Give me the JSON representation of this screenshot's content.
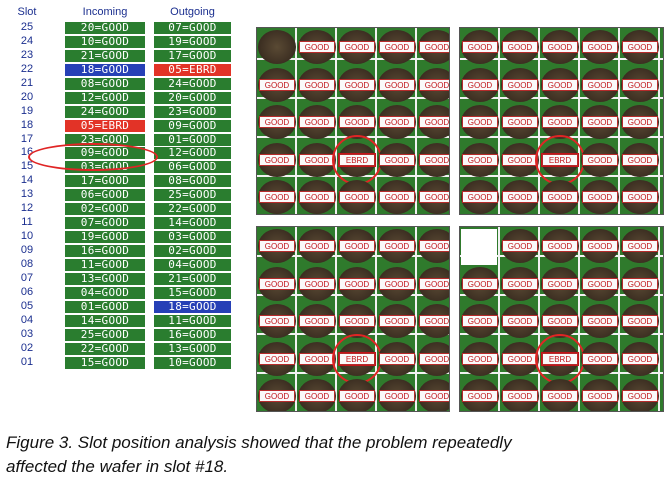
{
  "table": {
    "headers": {
      "slot": "Slot",
      "incoming": "Incoming",
      "outgoing": "Outgoing"
    },
    "rows": [
      {
        "slot": "25",
        "incoming": "20=GOOD",
        "outgoing": "07=GOOD"
      },
      {
        "slot": "24",
        "incoming": "10=GOOD",
        "outgoing": "19=GOOD"
      },
      {
        "slot": "23",
        "incoming": "21=GOOD",
        "outgoing": "17=GOOD"
      },
      {
        "slot": "22",
        "incoming": "18=GOOD",
        "outgoing": "05=EBRD",
        "incoming_style": "alt",
        "outgoing_style": "ebrd"
      },
      {
        "slot": "21",
        "incoming": "08=GOOD",
        "outgoing": "24=GOOD"
      },
      {
        "slot": "20",
        "incoming": "12=GOOD",
        "outgoing": "20=GOOD"
      },
      {
        "slot": "19",
        "incoming": "24=GOOD",
        "outgoing": "23=GOOD"
      },
      {
        "slot": "18",
        "incoming": "05=EBRD",
        "outgoing": "09=GOOD",
        "incoming_style": "ebrd"
      },
      {
        "slot": "17",
        "incoming": "23=GOOD",
        "outgoing": "01=GOOD"
      },
      {
        "slot": "16",
        "incoming": "09=GOOD",
        "outgoing": "12=GOOD"
      },
      {
        "slot": "15",
        "incoming": "03=GOOD",
        "outgoing": "06=GOOD"
      },
      {
        "slot": "14",
        "incoming": "17=GOOD",
        "outgoing": "08=GOOD"
      },
      {
        "slot": "13",
        "incoming": "06=GOOD",
        "outgoing": "25=GOOD"
      },
      {
        "slot": "12",
        "incoming": "02=GOOD",
        "outgoing": "22=GOOD"
      },
      {
        "slot": "11",
        "incoming": "07=GOOD",
        "outgoing": "14=GOOD"
      },
      {
        "slot": "10",
        "incoming": "19=GOOD",
        "outgoing": "03=GOOD"
      },
      {
        "slot": "09",
        "incoming": "16=GOOD",
        "outgoing": "02=GOOD"
      },
      {
        "slot": "08",
        "incoming": "11=GOOD",
        "outgoing": "04=GOOD"
      },
      {
        "slot": "07",
        "incoming": "13=GOOD",
        "outgoing": "21=GOOD"
      },
      {
        "slot": "06",
        "incoming": "04=GOOD",
        "outgoing": "15=GOOD"
      },
      {
        "slot": "05",
        "incoming": "01=GOOD",
        "outgoing": "18=GOOD",
        "outgoing_style": "alt"
      },
      {
        "slot": "04",
        "incoming": "14=GOOD",
        "outgoing": "11=GOOD"
      },
      {
        "slot": "03",
        "incoming": "25=GOOD",
        "outgoing": "16=GOOD"
      },
      {
        "slot": "02",
        "incoming": "22=GOOD",
        "outgoing": "13=GOOD"
      },
      {
        "slot": "01",
        "incoming": "15=GOOD",
        "outgoing": "10=GOOD"
      }
    ]
  },
  "wafer_maps": [
    {
      "labels": [
        "GOOD",
        "GOOD",
        "GOOD",
        "GOOD",
        "GOOD",
        "GOOD",
        "GOOD",
        "GOOD",
        "GOOD",
        "GOOD",
        "GOOD",
        "GOOD",
        "EBRD",
        "GOOD",
        "GOOD",
        "GOOD",
        "GOOD",
        "GOOD",
        "GOOD",
        "GOOD"
      ],
      "grid": [
        [
          null,
          "GOOD",
          "GOOD",
          "GOOD",
          "GOOD"
        ],
        [
          "GOOD",
          "GOOD",
          "GOOD",
          "GOOD",
          "GOOD"
        ],
        [
          "GOOD",
          "GOOD",
          "GOOD",
          "GOOD",
          "GOOD"
        ],
        [
          "GOOD",
          "GOOD",
          "EBRD",
          "GOOD",
          "GOOD"
        ],
        [
          "GOOD",
          "GOOD",
          "GOOD",
          "GOOD",
          "GOOD"
        ]
      ]
    },
    {
      "grid": [
        [
          "GOOD",
          "GOOD",
          "GOOD",
          "GOOD",
          "GOOD"
        ],
        [
          "GOOD",
          "GOOD",
          "GOOD",
          "GOOD",
          "GOOD"
        ],
        [
          "GOOD",
          "GOOD",
          "GOOD",
          "GOOD",
          "GOOD"
        ],
        [
          "GOOD",
          "GOOD",
          "EBRD",
          "GOOD",
          "GOOD"
        ],
        [
          "GOOD",
          "GOOD",
          "GOOD",
          "GOOD",
          "GOOD"
        ]
      ]
    },
    {
      "grid": [
        [
          "GOOD",
          "GOOD",
          "GOOD",
          "GOOD",
          "GOOD"
        ],
        [
          "GOOD",
          "GOOD",
          "GOOD",
          "GOOD",
          "GOOD"
        ],
        [
          "GOOD",
          "GOOD",
          "GOOD",
          "GOOD",
          "GOOD"
        ],
        [
          "GOOD",
          "GOOD",
          "EBRD",
          "GOOD",
          "GOOD"
        ],
        [
          "GOOD",
          "GOOD",
          "GOOD",
          "GOOD",
          "GOOD"
        ]
      ]
    },
    {
      "grid": [
        [
          "BLANK",
          "GOOD",
          "GOOD",
          "GOOD",
          "GOOD"
        ],
        [
          "GOOD",
          "GOOD",
          "GOOD",
          "GOOD",
          "GOOD"
        ],
        [
          "GOOD",
          "GOOD",
          "GOOD",
          "GOOD",
          "GOOD"
        ],
        [
          "GOOD",
          "GOOD",
          "EBRD",
          "GOOD",
          "GOOD"
        ],
        [
          "GOOD",
          "GOOD",
          "GOOD",
          "GOOD",
          "GOOD"
        ]
      ]
    }
  ],
  "caption": {
    "line1": "Figure 3. Slot position analysis showed that the problem repeatedly",
    "line2": "affected the wafer in slot #18."
  },
  "colors": {
    "good": "#2a7d2f",
    "ebrd": "#e23327",
    "alt": "#2640b6",
    "ring": "#e02525"
  }
}
